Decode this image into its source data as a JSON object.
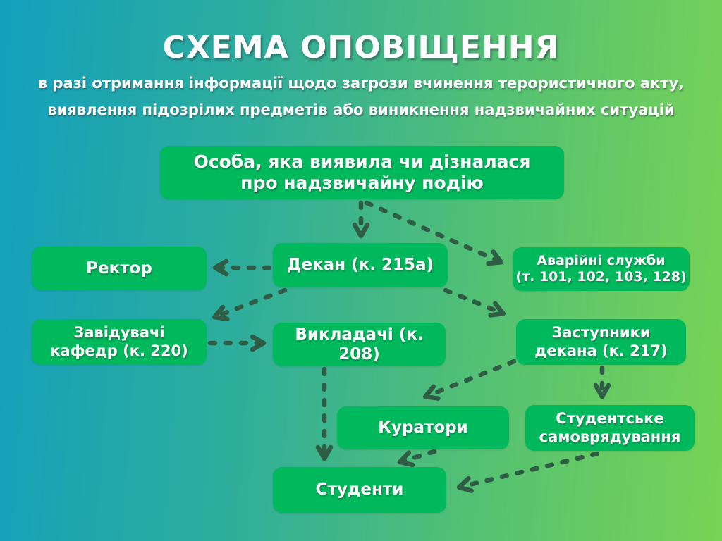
{
  "title": "СХЕМА ОПОВІЩЕННЯ",
  "subtitle": {
    "line1": "в разі отримання інформації щодо загрози вчинення терористичного акту,",
    "line2": "виявлення підозрілих предметів або виникнення надзвичайних ситуацій"
  },
  "colors": {
    "background_left": "#12a0bd",
    "background_right": "#78d455",
    "node_fill": "#00b95c",
    "arrow": "#2e5c44",
    "text": "#ffffff"
  },
  "nodes": {
    "person": {
      "label": "Особа, яка виявила чи дізналася\nпро надзвичайну подію"
    },
    "rector": {
      "label": "Ректор"
    },
    "dean": {
      "label": "Декан (к. 215а)"
    },
    "emergency": {
      "label": "Аварійні служби\n(т. 101, 102, 103, 128)"
    },
    "heads": {
      "label": "Завідувачі\nкафедр (к. 220)"
    },
    "lecturers": {
      "label": "Викладачі (к. 208)"
    },
    "deputies": {
      "label": "Заступники\nдекана (к. 217)"
    },
    "curators": {
      "label": "Куратори"
    },
    "selfgov": {
      "label": "Студентське\nсамоврядування"
    },
    "students": {
      "label": "Студенти"
    }
  },
  "edges": [
    {
      "from": "person",
      "to": "dean"
    },
    {
      "from": "person",
      "to": "emergency"
    },
    {
      "from": "dean",
      "to": "rector"
    },
    {
      "from": "dean",
      "to": "heads"
    },
    {
      "from": "dean",
      "to": "deputies"
    },
    {
      "from": "heads",
      "to": "lecturers"
    },
    {
      "from": "lecturers",
      "to": "students"
    },
    {
      "from": "deputies",
      "to": "curators"
    },
    {
      "from": "deputies",
      "to": "selfgov"
    },
    {
      "from": "curators",
      "to": "students"
    },
    {
      "from": "selfgov",
      "to": "students"
    }
  ]
}
